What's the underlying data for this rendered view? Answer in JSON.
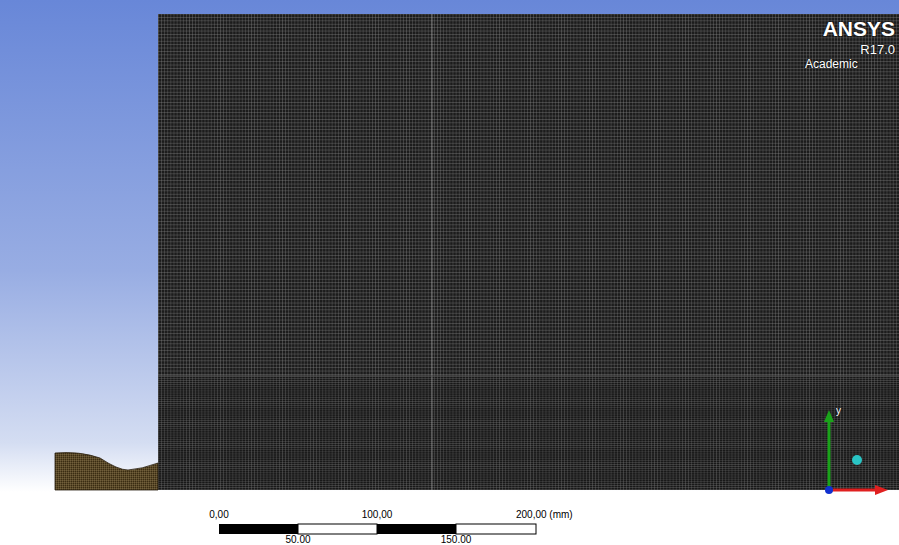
{
  "diagram": {
    "labels": [
      "ANSYS",
      "R17.0",
      "Academic",
      "0,00",
      "100,00",
      "200,00 (mm)",
      "50.00",
      "150.00",
      "y"
    ]
  }
}
